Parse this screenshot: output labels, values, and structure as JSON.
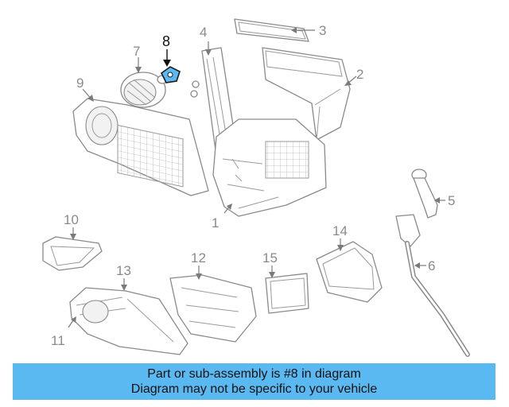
{
  "callouts": {
    "n1": "1",
    "n2": "2",
    "n3": "3",
    "n4": "4",
    "n5": "5",
    "n6": "6",
    "n7": "7",
    "n8": "8",
    "n9": "9",
    "n10": "10",
    "n11": "11",
    "n12": "12",
    "n13": "13",
    "n14": "14",
    "n15": "15"
  },
  "highlighted_part": "8",
  "colors": {
    "highlight": "#5ab9f0",
    "banner": "#5ab9f0",
    "line_art": "#8a8a8a"
  },
  "banner": {
    "line1": "Part or sub-assembly is #8 in diagram",
    "line2": "Diagram may not be specific to your vehicle"
  }
}
